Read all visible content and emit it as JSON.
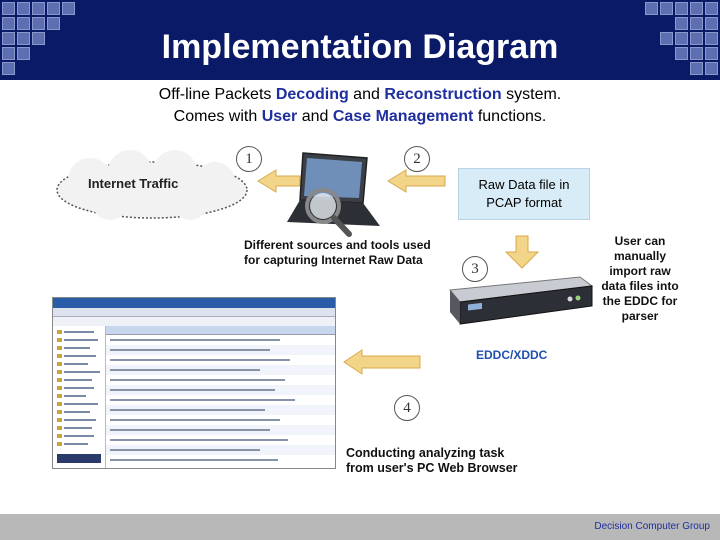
{
  "title": "Implementation Diagram",
  "subtitle": {
    "line1_pre": "Off-line Packets ",
    "line1_hl1": "Decoding",
    "line1_mid": " and ",
    "line1_hl2": "Reconstruction",
    "line1_post": " system.",
    "line2_pre": "Comes with ",
    "line2_hl1": "User",
    "line2_mid": " and ",
    "line2_hl2": "Case Management",
    "line2_post": " functions."
  },
  "steps": [
    "1",
    "2",
    "3",
    "4"
  ],
  "cloud_label": "Internet Traffic",
  "raw_data_box": {
    "line1": "Raw Data file in",
    "line2": "PCAP format"
  },
  "sources_text": {
    "line1": "Different sources and tools used",
    "line2": "for capturing Internet Raw Data"
  },
  "import_text": {
    "line1": "User can",
    "line2": "manually",
    "line3": "import raw",
    "line4": "data files into",
    "line5": "the EDDC for",
    "line6": "parser"
  },
  "device_label": "EDDC/XDDC",
  "analyze_text": {
    "line1": "Conducting analyzing task",
    "line2": "from user's PC Web Browser"
  },
  "footer": "Decision Computer Group",
  "colors": {
    "header": "#0a1a66",
    "highlight": "#1f2f9e",
    "box_fill": "#d8ecf7",
    "arrow": "#d9a84a",
    "footer": "#b8b8b8"
  }
}
